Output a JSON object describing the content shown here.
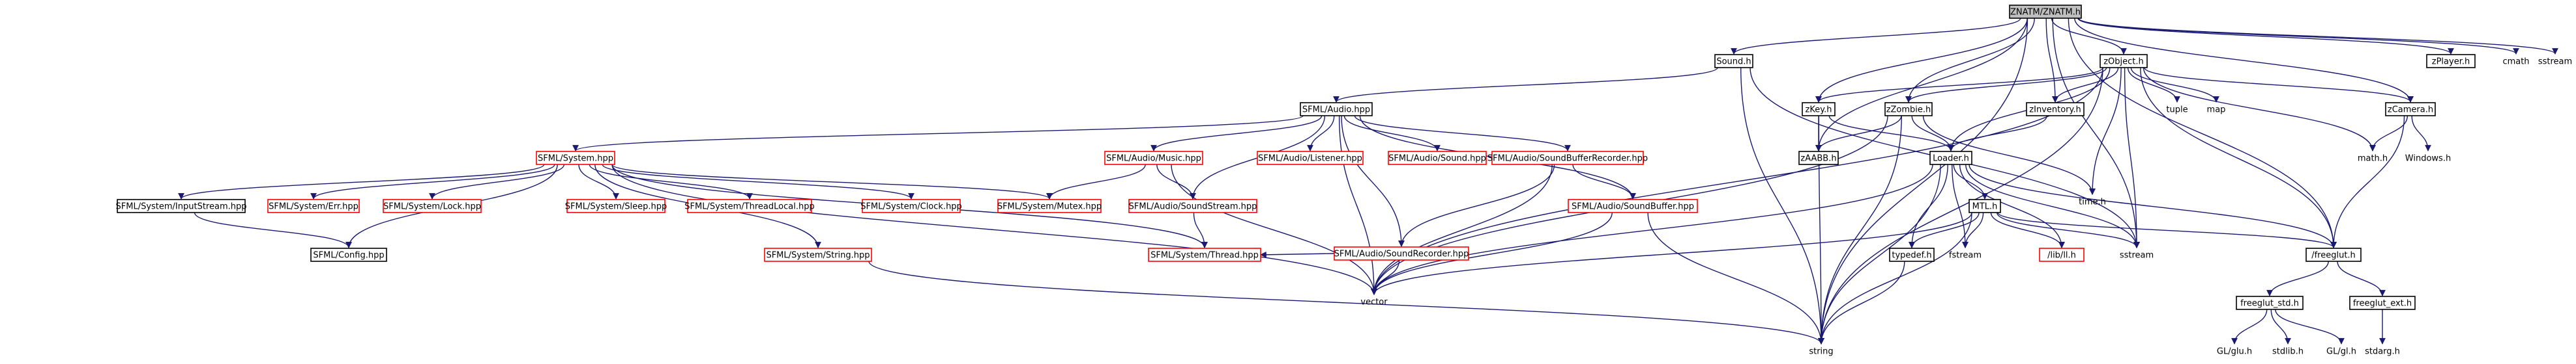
{
  "colors": {
    "edge": "#191970",
    "root_fill": "#bfbfbf",
    "doc_border": "#000000",
    "missing_border": "#ff0000",
    "plain_text": "#000000",
    "background": "#ffffff"
  },
  "nodes": {
    "znatm": {
      "label": "ZNATM/ZNATM.h",
      "kind": "root"
    },
    "sound": {
      "label": "Sound.h",
      "kind": "doc"
    },
    "zobject": {
      "label": "zObject.h",
      "kind": "doc"
    },
    "zplayer": {
      "label": "zPlayer.h",
      "kind": "doc"
    },
    "cmath": {
      "label": "cmath",
      "kind": "plain"
    },
    "sstream_top": {
      "label": "sstream",
      "kind": "plain"
    },
    "sfml_audio": {
      "label": "SFML/Audio.hpp",
      "kind": "doc"
    },
    "zkey": {
      "label": "zKey.h",
      "kind": "doc"
    },
    "zzombie": {
      "label": "zZombie.h",
      "kind": "doc"
    },
    "zinventory": {
      "label": "zInventory.h",
      "kind": "doc"
    },
    "tuple": {
      "label": "tuple",
      "kind": "plain"
    },
    "map": {
      "label": "map",
      "kind": "plain"
    },
    "zcamera": {
      "label": "zCamera.h",
      "kind": "doc"
    },
    "sfml_system": {
      "label": "SFML/System.hpp",
      "kind": "missing"
    },
    "sfml_audio_music": {
      "label": "SFML/Audio/Music.hpp",
      "kind": "missing"
    },
    "sfml_audio_listener": {
      "label": "SFML/Audio/Listener.hpp",
      "kind": "missing"
    },
    "sfml_audio_sound": {
      "label": "SFML/Audio/Sound.hpp",
      "kind": "missing"
    },
    "sfml_audio_sbrec": {
      "label": "SFML/Audio/SoundBufferRecorder.hpp",
      "kind": "missing"
    },
    "zaabb": {
      "label": "zAABB.h",
      "kind": "doc"
    },
    "loader": {
      "label": "Loader.h",
      "kind": "doc"
    },
    "time": {
      "label": "time.h",
      "kind": "plain"
    },
    "math": {
      "label": "math.h",
      "kind": "plain"
    },
    "windows": {
      "label": "Windows.h",
      "kind": "plain"
    },
    "sfml_inputstream": {
      "label": "SFML/System/InputStream.hpp",
      "kind": "doc"
    },
    "sfml_err": {
      "label": "SFML/System/Err.hpp",
      "kind": "missing"
    },
    "sfml_lock": {
      "label": "SFML/System/Lock.hpp",
      "kind": "missing"
    },
    "sfml_sleep": {
      "label": "SFML/System/Sleep.hpp",
      "kind": "missing"
    },
    "sfml_threadlocal": {
      "label": "SFML/System/ThreadLocal.hpp",
      "kind": "missing"
    },
    "sfml_clock": {
      "label": "SFML/System/Clock.hpp",
      "kind": "missing"
    },
    "sfml_mutex": {
      "label": "SFML/System/Mutex.hpp",
      "kind": "missing"
    },
    "sfml_soundstream": {
      "label": "SFML/Audio/SoundStream.hpp",
      "kind": "missing"
    },
    "sfml_soundrecorder": {
      "label": "SFML/Audio/SoundRecorder.hpp",
      "kind": "missing"
    },
    "sfml_soundbuffer": {
      "label": "SFML/Audio/SoundBuffer.hpp",
      "kind": "missing"
    },
    "mtl": {
      "label": "MTL.h",
      "kind": "doc"
    },
    "freeglut": {
      "label": "/freeglut.h",
      "kind": "doc"
    },
    "sfml_config": {
      "label": "SFML/Config.hpp",
      "kind": "doc"
    },
    "sfml_thread": {
      "label": "SFML/System/Thread.hpp",
      "kind": "missing"
    },
    "sfml_string": {
      "label": "SFML/System/String.hpp",
      "kind": "missing"
    },
    "vector": {
      "label": "vector",
      "kind": "plain"
    },
    "typedef": {
      "label": "typedef.h",
      "kind": "doc"
    },
    "fstream": {
      "label": "fstream",
      "kind": "plain"
    },
    "libll": {
      "label": "/lib/ll.h",
      "kind": "missing"
    },
    "sstream_mid": {
      "label": "sstream",
      "kind": "plain"
    },
    "freeglut_std": {
      "label": "freeglut_std.h",
      "kind": "doc"
    },
    "freeglut_ext": {
      "label": "freeglut_ext.h",
      "kind": "doc"
    },
    "string": {
      "label": "string",
      "kind": "plain"
    },
    "glu": {
      "label": "GL/glu.h",
      "kind": "plain"
    },
    "stdlib": {
      "label": "stdlib.h",
      "kind": "plain"
    },
    "gl": {
      "label": "GL/gl.h",
      "kind": "plain"
    },
    "stdarg": {
      "label": "stdarg.h",
      "kind": "plain"
    }
  },
  "edges": [
    [
      "znatm",
      "sound"
    ],
    [
      "znatm",
      "zobject"
    ],
    [
      "znatm",
      "zplayer"
    ],
    [
      "znatm",
      "cmath"
    ],
    [
      "znatm",
      "sstream_top"
    ],
    [
      "znatm",
      "zkey"
    ],
    [
      "znatm",
      "zzombie"
    ],
    [
      "znatm",
      "zinventory"
    ],
    [
      "znatm",
      "zcamera"
    ],
    [
      "znatm",
      "zaabb"
    ],
    [
      "znatm",
      "freeglut"
    ],
    [
      "znatm",
      "string"
    ],
    [
      "znatm",
      "sstream_mid"
    ],
    [
      "sound",
      "sfml_audio"
    ],
    [
      "sound",
      "string"
    ],
    [
      "sound",
      "sstream_mid"
    ],
    [
      "zobject",
      "zkey"
    ],
    [
      "zobject",
      "zzombie"
    ],
    [
      "zobject",
      "zinventory"
    ],
    [
      "zobject",
      "tuple"
    ],
    [
      "zobject",
      "map"
    ],
    [
      "zobject",
      "zcamera"
    ],
    [
      "zobject",
      "loader"
    ],
    [
      "zobject",
      "time"
    ],
    [
      "zobject",
      "math"
    ],
    [
      "zobject",
      "vector"
    ],
    [
      "zobject",
      "sstream_mid"
    ],
    [
      "zobject",
      "freeglut"
    ],
    [
      "zobject",
      "string"
    ],
    [
      "sfml_audio",
      "sfml_system"
    ],
    [
      "sfml_audio",
      "sfml_audio_music"
    ],
    [
      "sfml_audio",
      "sfml_audio_listener"
    ],
    [
      "sfml_audio",
      "sfml_audio_sound"
    ],
    [
      "sfml_audio",
      "sfml_audio_sbrec"
    ],
    [
      "sfml_audio",
      "sfml_soundstream"
    ],
    [
      "sfml_audio",
      "sfml_soundrecorder"
    ],
    [
      "sfml_audio",
      "sfml_soundbuffer"
    ],
    [
      "sfml_audio",
      "vector"
    ],
    [
      "zkey",
      "zaabb"
    ],
    [
      "zkey",
      "loader"
    ],
    [
      "zkey",
      "string"
    ],
    [
      "zzombie",
      "zaabb"
    ],
    [
      "zzombie",
      "loader"
    ],
    [
      "zzombie",
      "time"
    ],
    [
      "zzombie",
      "string"
    ],
    [
      "zzombie",
      "vector"
    ],
    [
      "zinventory",
      "loader"
    ],
    [
      "zcamera",
      "math"
    ],
    [
      "zcamera",
      "windows"
    ],
    [
      "zcamera",
      "freeglut"
    ],
    [
      "sfml_system",
      "sfml_inputstream"
    ],
    [
      "sfml_system",
      "sfml_err"
    ],
    [
      "sfml_system",
      "sfml_lock"
    ],
    [
      "sfml_system",
      "sfml_sleep"
    ],
    [
      "sfml_system",
      "sfml_threadlocal"
    ],
    [
      "sfml_system",
      "sfml_clock"
    ],
    [
      "sfml_system",
      "sfml_mutex"
    ],
    [
      "sfml_system",
      "sfml_config"
    ],
    [
      "sfml_system",
      "sfml_thread"
    ],
    [
      "sfml_system",
      "sfml_string"
    ],
    [
      "sfml_system",
      "vector"
    ],
    [
      "sfml_audio_music",
      "sfml_soundstream"
    ],
    [
      "sfml_audio_music",
      "sfml_mutex"
    ],
    [
      "sfml_audio_music",
      "vector"
    ],
    [
      "sfml_audio_sbrec",
      "sfml_soundrecorder"
    ],
    [
      "sfml_audio_sbrec",
      "sfml_soundbuffer"
    ],
    [
      "sfml_audio_sbrec",
      "vector"
    ],
    [
      "loader",
      "mtl"
    ],
    [
      "loader",
      "typedef"
    ],
    [
      "loader",
      "fstream"
    ],
    [
      "loader",
      "vector"
    ],
    [
      "loader",
      "string"
    ],
    [
      "loader",
      "sstream_mid"
    ],
    [
      "loader",
      "freeglut"
    ],
    [
      "loader",
      "libll"
    ],
    [
      "sfml_inputstream",
      "sfml_config"
    ],
    [
      "sfml_soundstream",
      "sfml_thread"
    ],
    [
      "sfml_soundrecorder",
      "sfml_thread"
    ],
    [
      "sfml_soundrecorder",
      "vector"
    ],
    [
      "sfml_soundbuffer",
      "string"
    ],
    [
      "sfml_soundbuffer",
      "vector"
    ],
    [
      "sfml_string",
      "string"
    ],
    [
      "mtl",
      "typedef"
    ],
    [
      "mtl",
      "fstream"
    ],
    [
      "mtl",
      "libll"
    ],
    [
      "mtl",
      "sstream_mid"
    ],
    [
      "mtl",
      "vector"
    ],
    [
      "mtl",
      "string"
    ],
    [
      "mtl",
      "freeglut"
    ],
    [
      "typedef",
      "string"
    ],
    [
      "freeglut",
      "freeglut_std"
    ],
    [
      "freeglut",
      "freeglut_ext"
    ],
    [
      "freeglut_std",
      "glu"
    ],
    [
      "freeglut_std",
      "stdlib"
    ],
    [
      "freeglut_std",
      "gl"
    ],
    [
      "freeglut_ext",
      "stdarg"
    ]
  ]
}
